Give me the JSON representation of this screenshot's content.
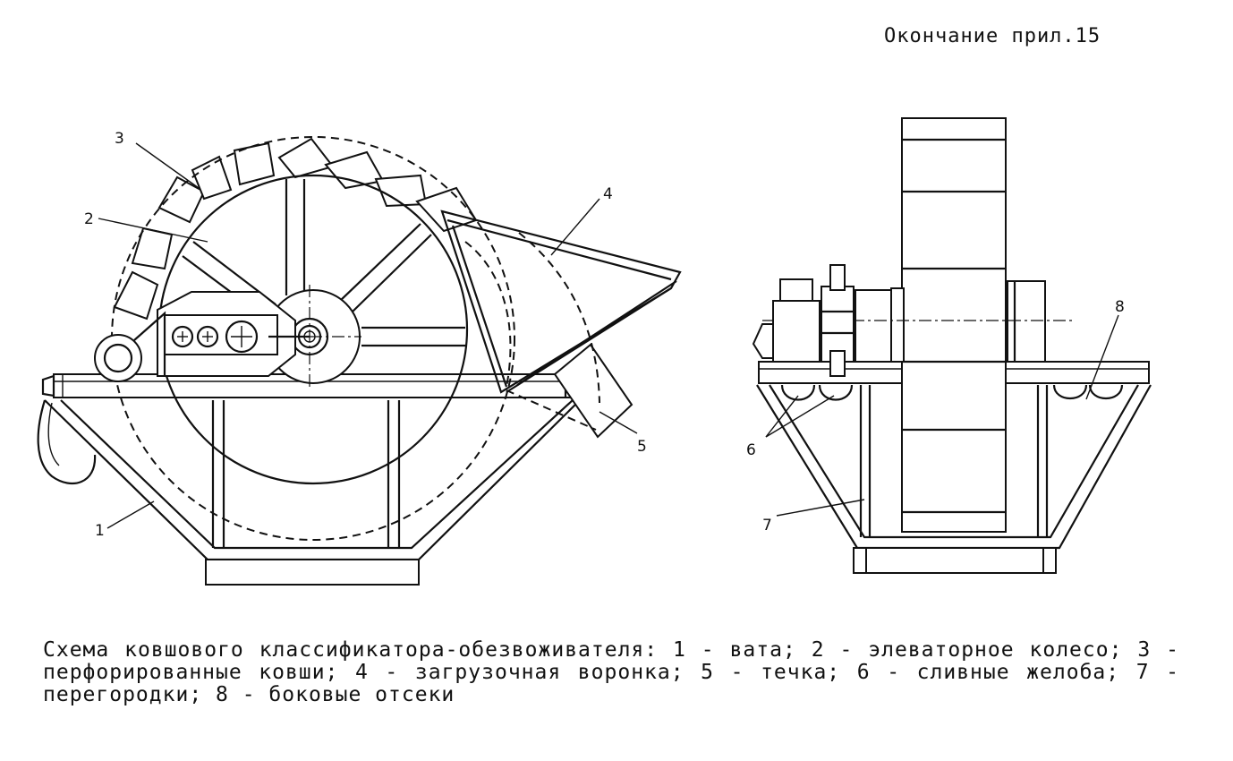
{
  "header": {
    "text": "Окончание прил.15"
  },
  "figure": {
    "labels": {
      "n1": "1",
      "n2": "2",
      "n3": "3",
      "n4": "4",
      "n5": "5",
      "n6": "6",
      "n7": "7",
      "n8": "8"
    }
  },
  "caption": {
    "text": "Схема ковшового классификатора-обезвоживателя: 1 - вата; 2 - элеваторное колесо; 3 - перфорированные ковши; 4 - загрузочная воронка; 5 - течка; 6 - сливные желоба; 7 - перегородки; 8 - боковые отсеки"
  }
}
